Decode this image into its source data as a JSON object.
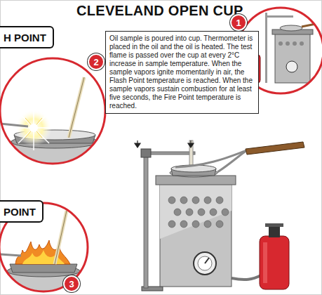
{
  "diagram": {
    "title": "CLEVELAND OPEN CUP",
    "nodes": [
      {
        "text": [
          "H POINT"
        ]
      },
      {
        "text": [
          "Oil sample is poured into cup. Thermometer is placed in the oil and the oil is heated. The test flame is passed over the cup at every 2°C increase in sample temperature. When the sample vapors ignite momentarily in air, the Flash Point temperature is reached. When the sample vapors sustain combustion for at least five seconds, the Fire Point temperature is reached."
        ]
      },
      {
        "text": [
          "1"
        ]
      },
      {
        "text": [
          "2"
        ]
      },
      {
        "text": [
          "POINT"
        ]
      },
      {
        "text": [
          "3"
        ]
      }
    ]
  }
}
